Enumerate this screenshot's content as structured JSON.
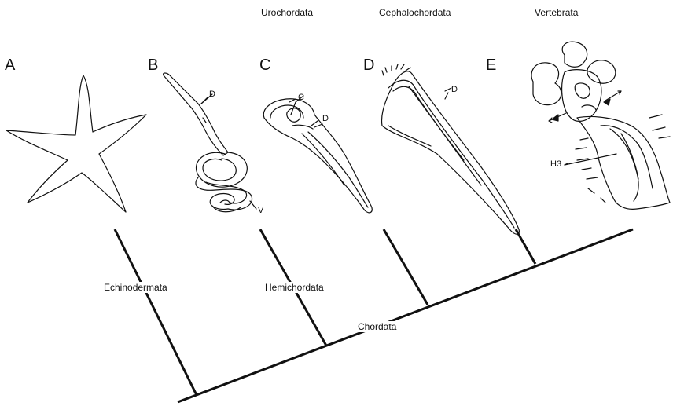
{
  "panels": {
    "a": "A",
    "b": "B",
    "c": "C",
    "d": "D",
    "e": "E"
  },
  "top_groups": {
    "uro": "Urochordata",
    "cephalo": "Cephalochordata",
    "verte": "Vertebrata"
  },
  "clades": {
    "echino": "Echinodermata",
    "hemi": "Hemichordata",
    "chord": "Chordata"
  },
  "marks": {
    "b_d": "D",
    "b_v": "V",
    "c_c": "C",
    "c_d": "D",
    "d_d": "D",
    "e_h3": "H3"
  },
  "colors": {
    "ink": "#111111",
    "background": "#ffffff"
  }
}
